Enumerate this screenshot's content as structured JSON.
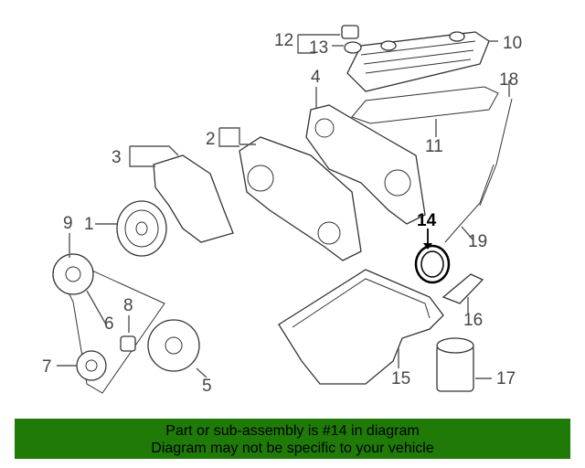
{
  "callouts": [
    "1",
    "2",
    "3",
    "4",
    "5",
    "6",
    "7",
    "8",
    "9",
    "10",
    "11",
    "12",
    "13",
    "14",
    "15",
    "16",
    "17",
    "18",
    "19"
  ],
  "highlight_part": "14",
  "banner": {
    "line1": "Part or sub-assembly is #14 in diagram",
    "line2": "Diagram may not be specific to your vehicle",
    "color": "#1f7a08"
  },
  "colors": {
    "line": "#555555",
    "highlight": "#000000"
  }
}
